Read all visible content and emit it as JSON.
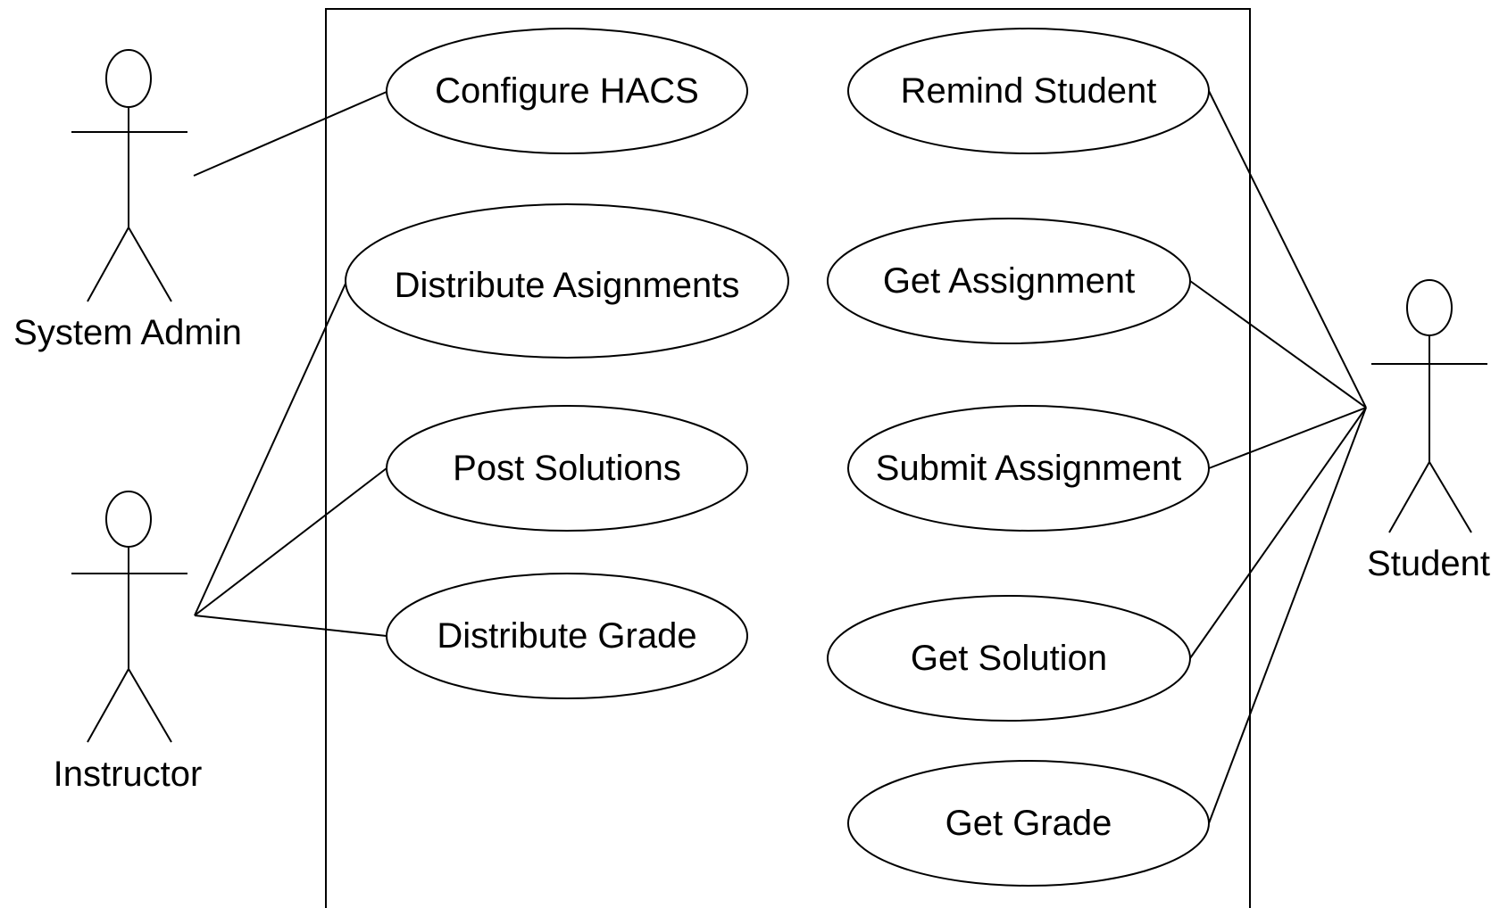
{
  "actors": [
    {
      "id": "system-admin",
      "label": "System Admin"
    },
    {
      "id": "instructor",
      "label": "Instructor"
    },
    {
      "id": "student",
      "label": "Student"
    }
  ],
  "use_cases": [
    {
      "id": "configure-hacs",
      "label": "Configure HACS"
    },
    {
      "id": "distribute-asignments",
      "label": "Distribute Asignments"
    },
    {
      "id": "post-solutions",
      "label": "Post Solutions"
    },
    {
      "id": "distribute-grade",
      "label": "Distribute Grade"
    },
    {
      "id": "remind-student",
      "label": "Remind Student"
    },
    {
      "id": "get-assignment",
      "label": "Get Assignment"
    },
    {
      "id": "submit-assignment",
      "label": "Submit Assignment"
    },
    {
      "id": "get-solution",
      "label": "Get Solution"
    },
    {
      "id": "get-grade",
      "label": "Get Grade"
    }
  ],
  "associations": [
    {
      "actor": "system-admin",
      "use_case": "configure-hacs"
    },
    {
      "actor": "instructor",
      "use_case": "distribute-asignments"
    },
    {
      "actor": "instructor",
      "use_case": "post-solutions"
    },
    {
      "actor": "instructor",
      "use_case": "distribute-grade"
    },
    {
      "actor": "student",
      "use_case": "remind-student"
    },
    {
      "actor": "student",
      "use_case": "get-assignment"
    },
    {
      "actor": "student",
      "use_case": "submit-assignment"
    },
    {
      "actor": "student",
      "use_case": "get-solution"
    },
    {
      "actor": "student",
      "use_case": "get-grade"
    }
  ]
}
